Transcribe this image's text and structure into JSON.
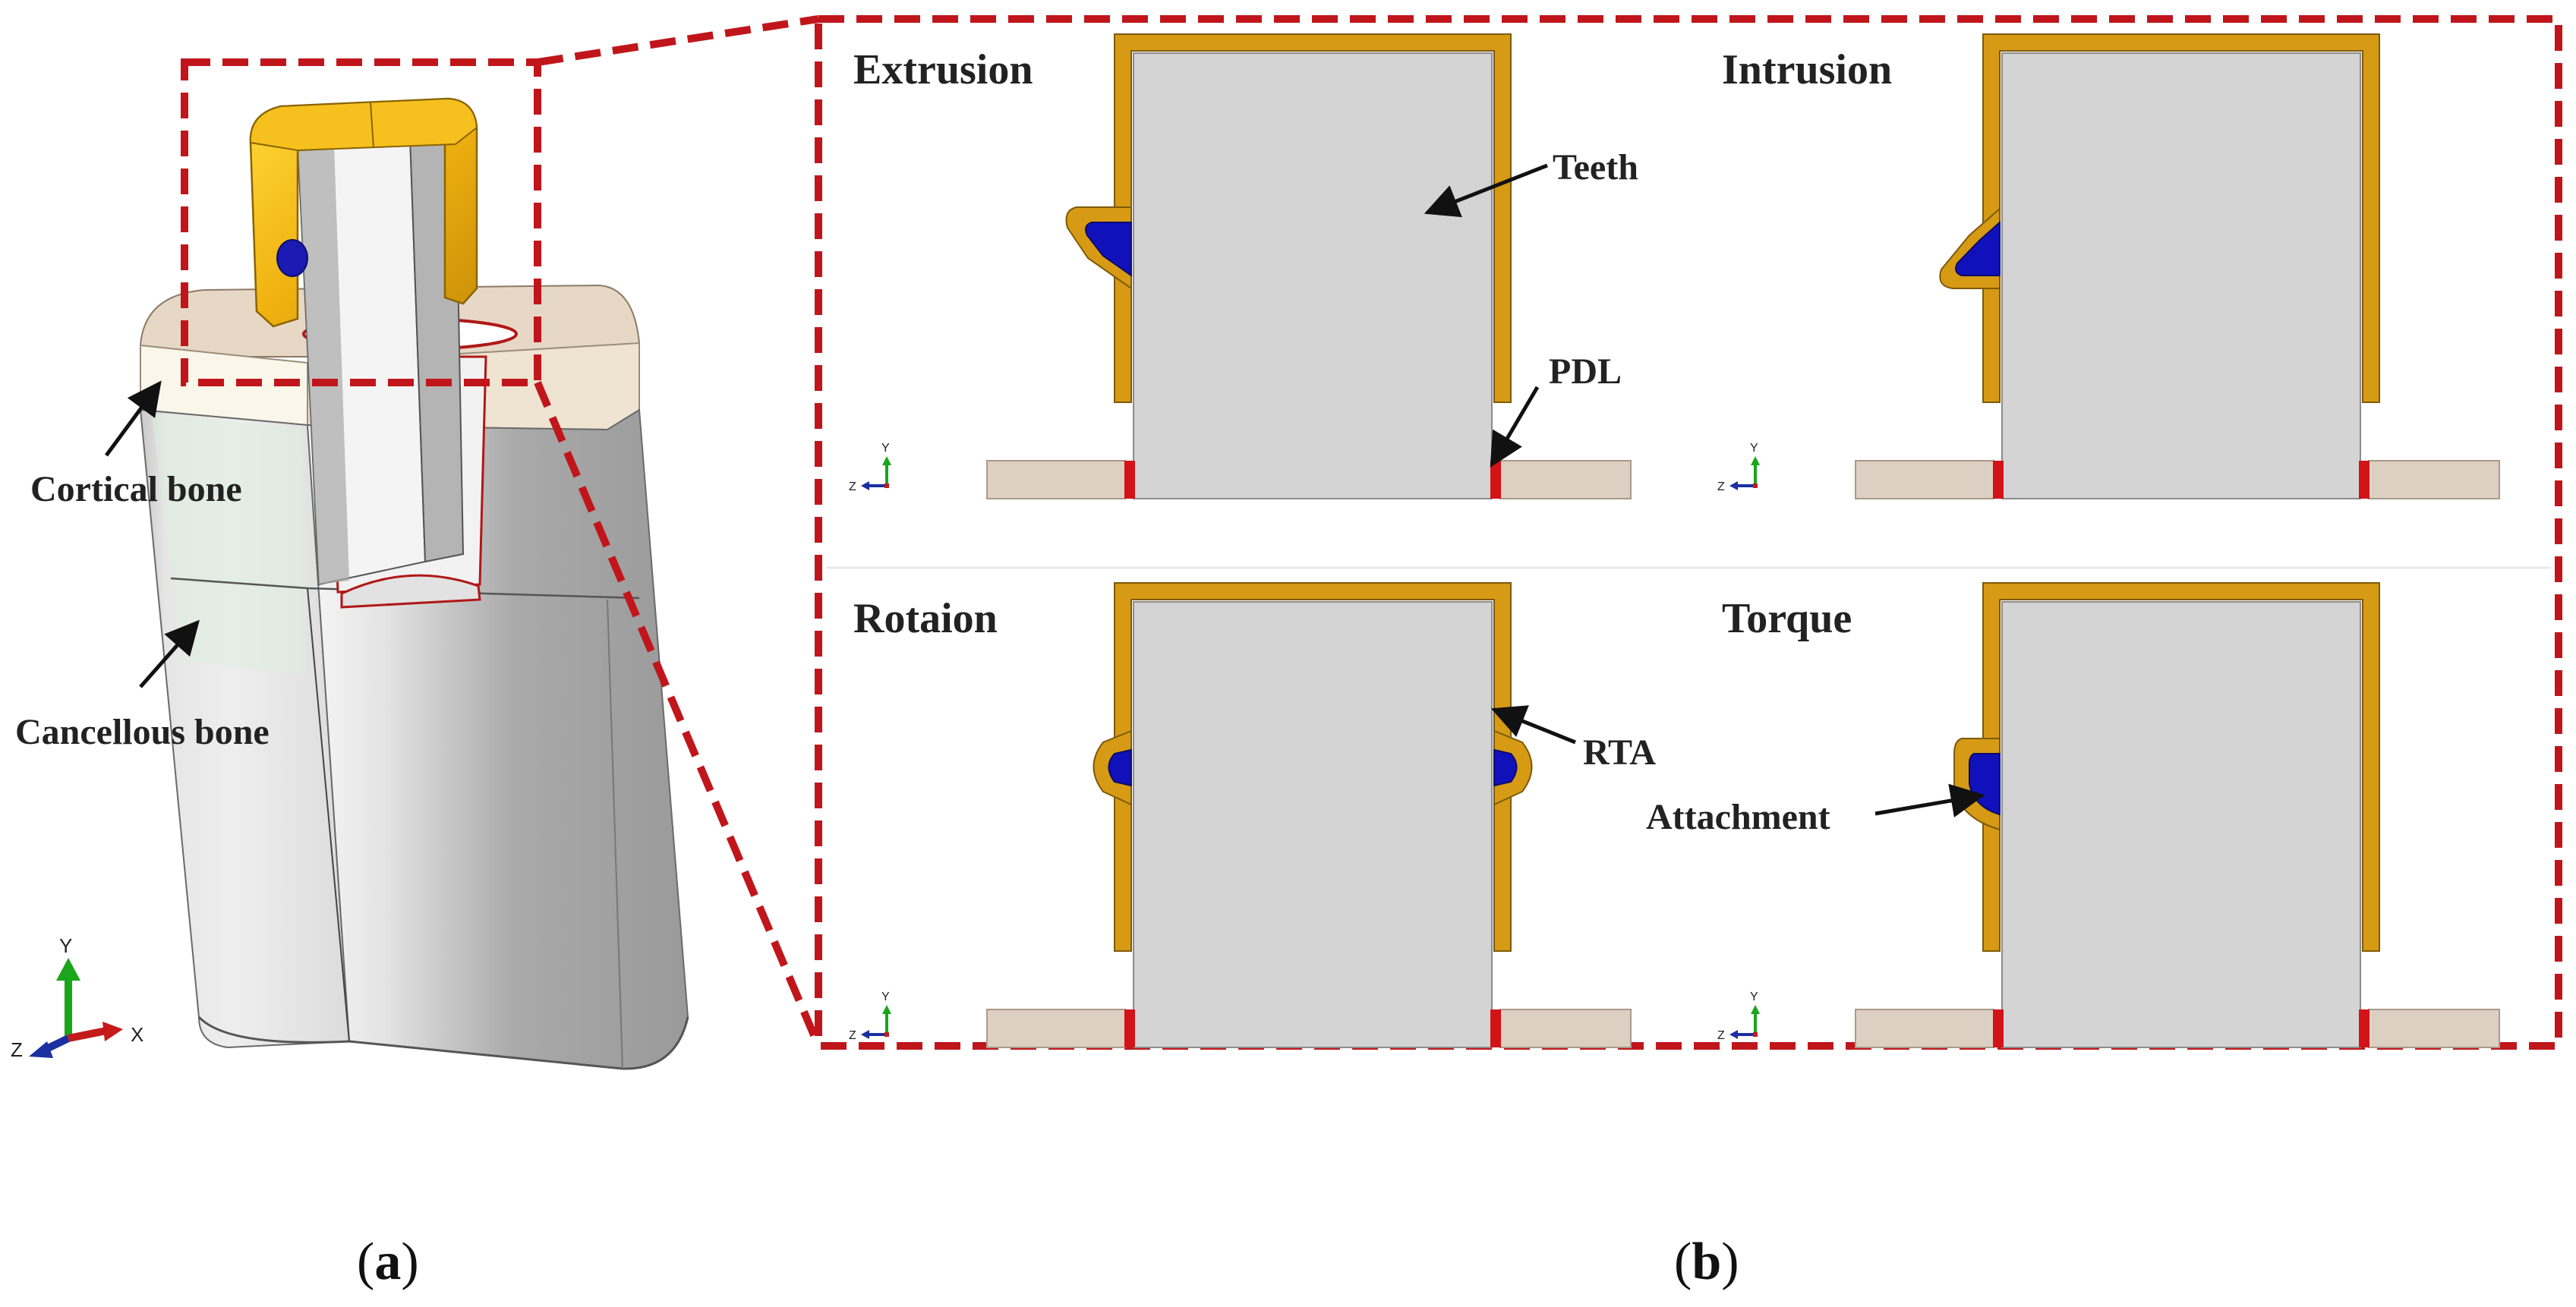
{
  "colors": {
    "frame_red": "#c0161b",
    "aligner_orange": "#d69a14",
    "tooth_gray": "#d4d4d4",
    "bone_beige": "#ddd0c2",
    "pdl_red": "#d21318",
    "attachment_blue": "#1111bb",
    "axis_y": "#1aa51a",
    "axis_z": "#1b2fa0",
    "axis_x": "#c41a1a"
  },
  "panel_a": {
    "labels": {
      "cortical": "Cortical bone",
      "cancellous": "Cancellous bone"
    },
    "axes": {
      "y": "Y",
      "z": "Z",
      "x": "X"
    },
    "caption": {
      "open": "(",
      "letter": "a",
      "close": ")"
    }
  },
  "panel_b": {
    "panels": [
      {
        "id": "extrusion",
        "title": "Extrusion",
        "attachment": "left-beveled-top"
      },
      {
        "id": "intrusion",
        "title": "Intrusion",
        "attachment": "left-beveled-bottom"
      },
      {
        "id": "rotation",
        "title": "Rotaion",
        "attachment": "both-sides"
      },
      {
        "id": "torque",
        "title": "Torque",
        "attachment": "left-rounded"
      }
    ],
    "annotations": {
      "teeth": "Teeth",
      "pdl": "PDL",
      "rta": "RTA",
      "attachment": "Attachment"
    },
    "axes": {
      "y": "Y",
      "z": "Z"
    },
    "caption": {
      "open": "(",
      "letter": "b",
      "close": ")"
    }
  }
}
